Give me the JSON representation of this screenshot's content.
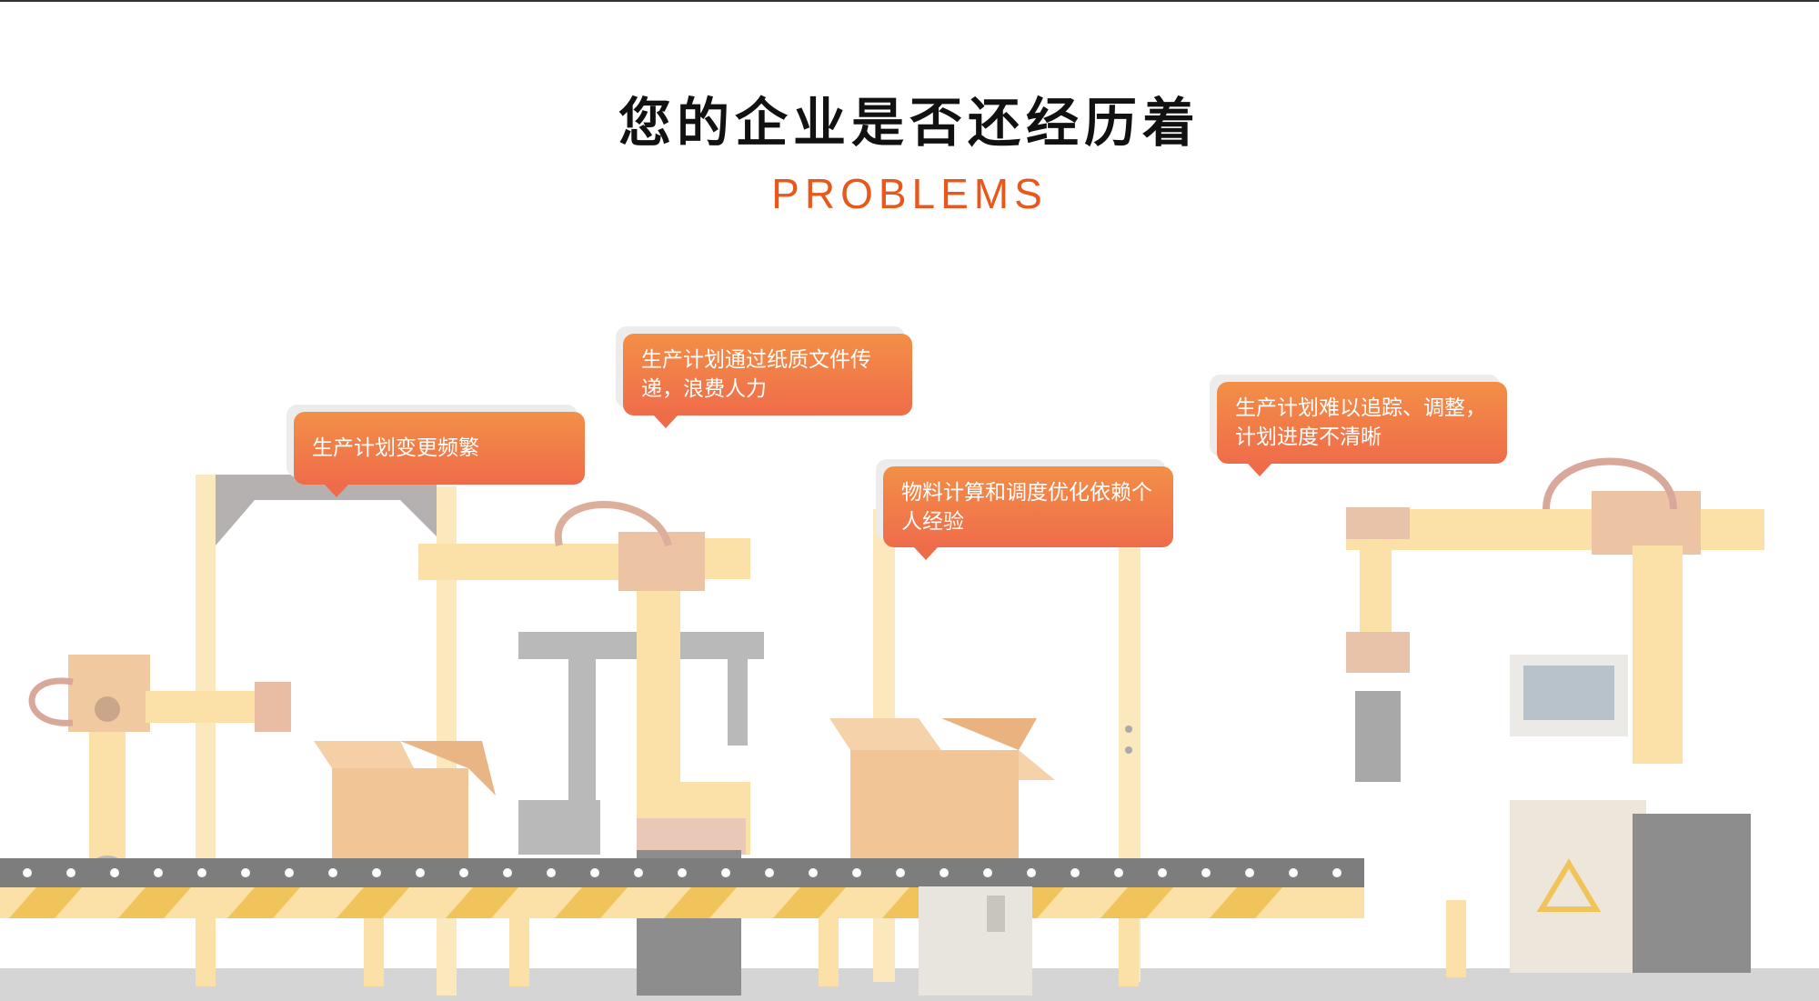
{
  "header": {
    "title": "您的企业是否还经历着",
    "subtitle": "PROBLEMS"
  },
  "problems": [
    {
      "text": "生产计划变更频繁"
    },
    {
      "text": "生产计划通过纸质文件传递，浪费人力"
    },
    {
      "text": "物料计算和调度优化依赖个人经验"
    },
    {
      "text": "生产计划难以追踪、调整，计划进度不清晰"
    }
  ],
  "colors": {
    "accent": "#e8581c",
    "bubble_top": "#f38f47",
    "bubble_bottom": "#ef6c4a",
    "cream": "#fbe3ad",
    "box": "#f2c08f",
    "machine_gray": "#b5b3b3"
  }
}
